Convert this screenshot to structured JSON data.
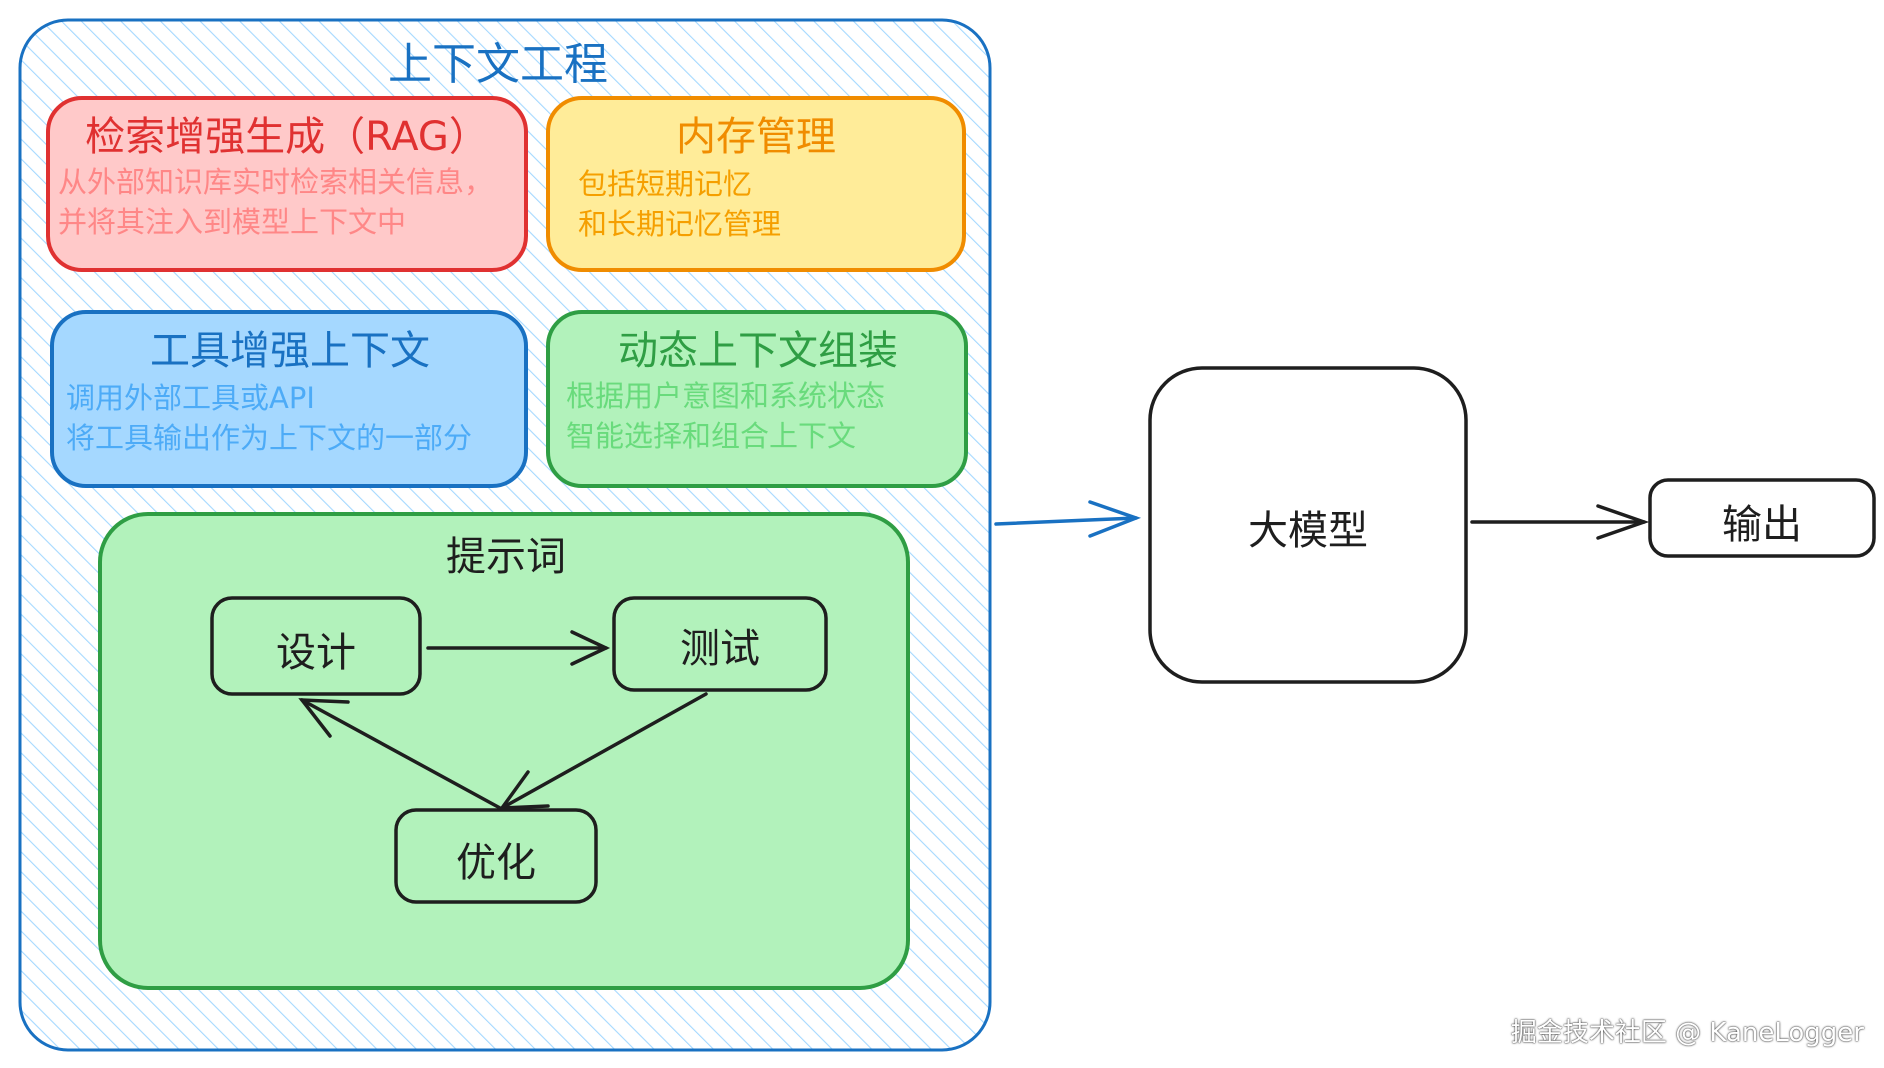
{
  "outer": {
    "title": "上下文工程"
  },
  "rag": {
    "title": "检索增强生成（RAG）",
    "lines": [
      "从外部知识库实时检索相关信息，",
      "并将其注入到模型上下文中"
    ]
  },
  "memory": {
    "title": "内存管理",
    "lines": [
      "包括短期记忆",
      "和长期记忆管理"
    ]
  },
  "tools": {
    "title": "工具增强上下文",
    "lines": [
      "调用外部工具或API",
      "将工具输出作为上下文的一部分"
    ]
  },
  "dynamic": {
    "title": "动态上下文组装",
    "lines": [
      "根据用户意图和系统状态",
      "智能选择和组合上下文"
    ]
  },
  "prompt": {
    "title": "提示词",
    "design": "设计",
    "test": "测试",
    "optimize": "优化"
  },
  "model": {
    "label": "大模型"
  },
  "output": {
    "label": "输出"
  },
  "watermark": "掘金技术社区 @ KaneLogger",
  "colors": {
    "outer_stroke": "#1971c2",
    "outer_hatch": "#a5d8ff",
    "rag_fill": "#ffc9c9",
    "rag_stroke": "#e03131",
    "rag_text": "#e03131",
    "rag_desc": "#ff8787",
    "memory_fill": "#ffec99",
    "memory_stroke": "#f08c00",
    "memory_text": "#f08c00",
    "memory_desc": "#f59f00",
    "tools_fill": "#a5d8ff",
    "tools_stroke": "#1971c2",
    "tools_text": "#1971c2",
    "tools_desc": "#4dabf7",
    "dynamic_fill": "#b2f2bb",
    "dynamic_stroke": "#2f9e44",
    "dynamic_text": "#2f9e44",
    "dynamic_desc": "#69db7c",
    "prompt_fill": "#b2f2bb",
    "prompt_stroke": "#2f9e44"
  }
}
